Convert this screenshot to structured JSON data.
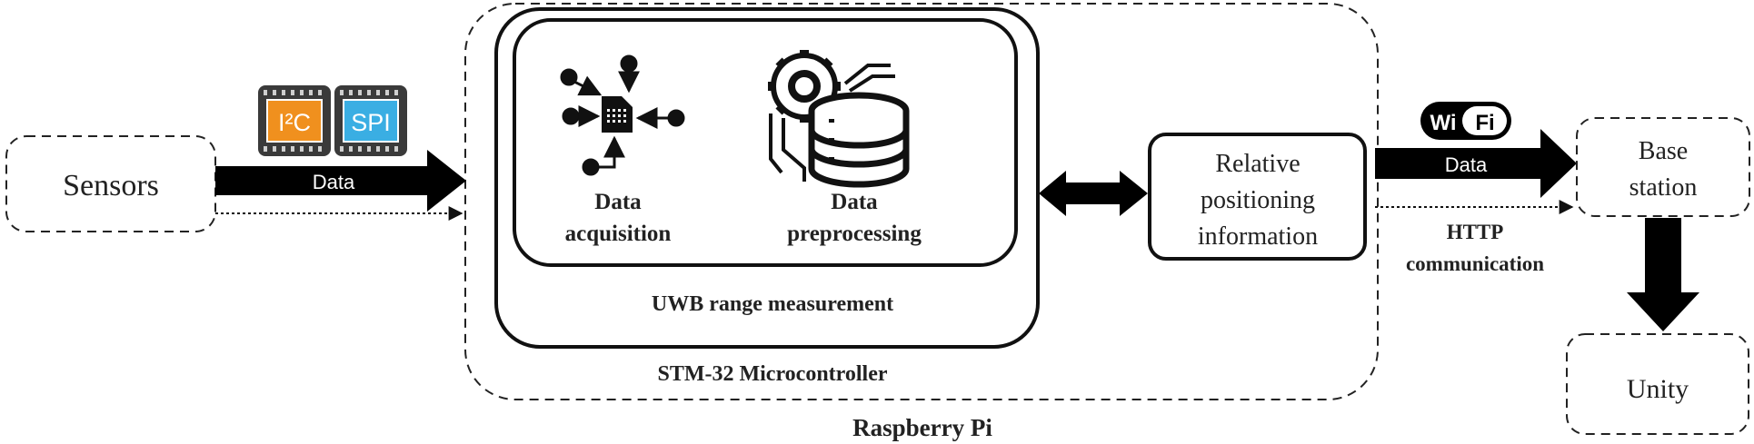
{
  "sensors": {
    "label": "Sensors"
  },
  "bus_icons": {
    "i2c": "I²C",
    "spi": "SPI",
    "i2c_color": "#f0901e",
    "spi_color": "#3aaee3",
    "chip_color": "#3a3a3a"
  },
  "arrows": {
    "sensor_data": "Data",
    "wifi_data": "Data"
  },
  "raspberry_pi": {
    "label": "Raspberry Pi"
  },
  "stm32": {
    "label": "STM-32 Microcontroller"
  },
  "uwb": {
    "label": "UWB range measurement"
  },
  "acquisition": {
    "line1": "Data",
    "line2": "acquisition",
    "icon": "data-flow-icon"
  },
  "preprocessing": {
    "line1": "Data",
    "line2": "preprocessing",
    "icon": "gear-database-icon"
  },
  "relative": {
    "line1": "Relative",
    "line2": "positioning",
    "line3": "information"
  },
  "wifi": {
    "left": "Wi",
    "right": "Fi"
  },
  "http": {
    "line1": "HTTP",
    "line2": "communication"
  },
  "base_station": {
    "line1": "Base",
    "line2": "station"
  },
  "unity": {
    "label": "Unity"
  }
}
